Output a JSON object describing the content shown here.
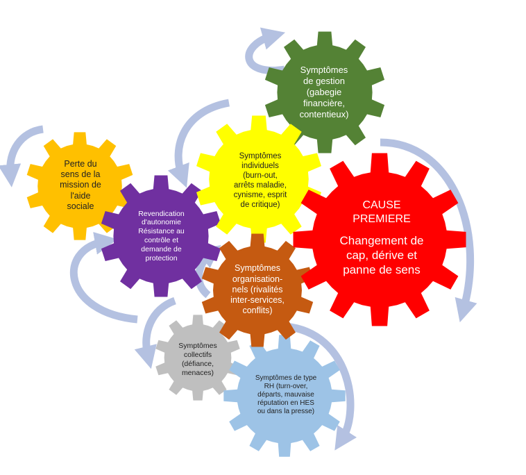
{
  "colors": {
    "arrow": "#b4c1e1",
    "gear_gestion": "#548235",
    "gear_individuels": "#ffff00",
    "gear_cause": "#ff0000",
    "gear_perte": "#ffc000",
    "gear_revendication": "#7030a0",
    "gear_organisationnels": "#c55a11",
    "gear_collectifs": "#bfbfbf",
    "gear_rh": "#9dc3e6"
  },
  "gears": {
    "gestion": {
      "lines": [
        "Symptômes",
        "de gestion",
        "(gabegie",
        "financière,",
        "contentieux)"
      ]
    },
    "individuels": {
      "lines": [
        "Symptômes",
        "individuels",
        "(burn-out,",
        "arrêts maladie,",
        "cynisme, esprit",
        "de critique)"
      ]
    },
    "cause": {
      "title_lines": [
        "CAUSE",
        "PREMIERE"
      ],
      "body_lines": [
        "Changement de",
        "cap, dérive et",
        "panne de sens"
      ]
    },
    "perte": {
      "lines": [
        "Perte du",
        "sens de la",
        "mission de",
        "l'aide",
        "sociale"
      ]
    },
    "revendication": {
      "lines": [
        "Revendication",
        "d'autonomie",
        "Résistance au",
        "contrôle et",
        "demande de",
        "protection"
      ]
    },
    "organisationnels": {
      "lines": [
        "Symptômes",
        "organisation-",
        "nels (rivalités",
        "inter-services,",
        "conflits)"
      ]
    },
    "collectifs": {
      "lines": [
        "Symptômes",
        "collectifs",
        "(défiance,",
        "menaces)"
      ]
    },
    "rh": {
      "lines": [
        "Symptômes de type",
        "RH (turn-over,",
        "départs, mauvaise",
        "réputation en HES",
        "ou dans la presse)"
      ]
    }
  }
}
